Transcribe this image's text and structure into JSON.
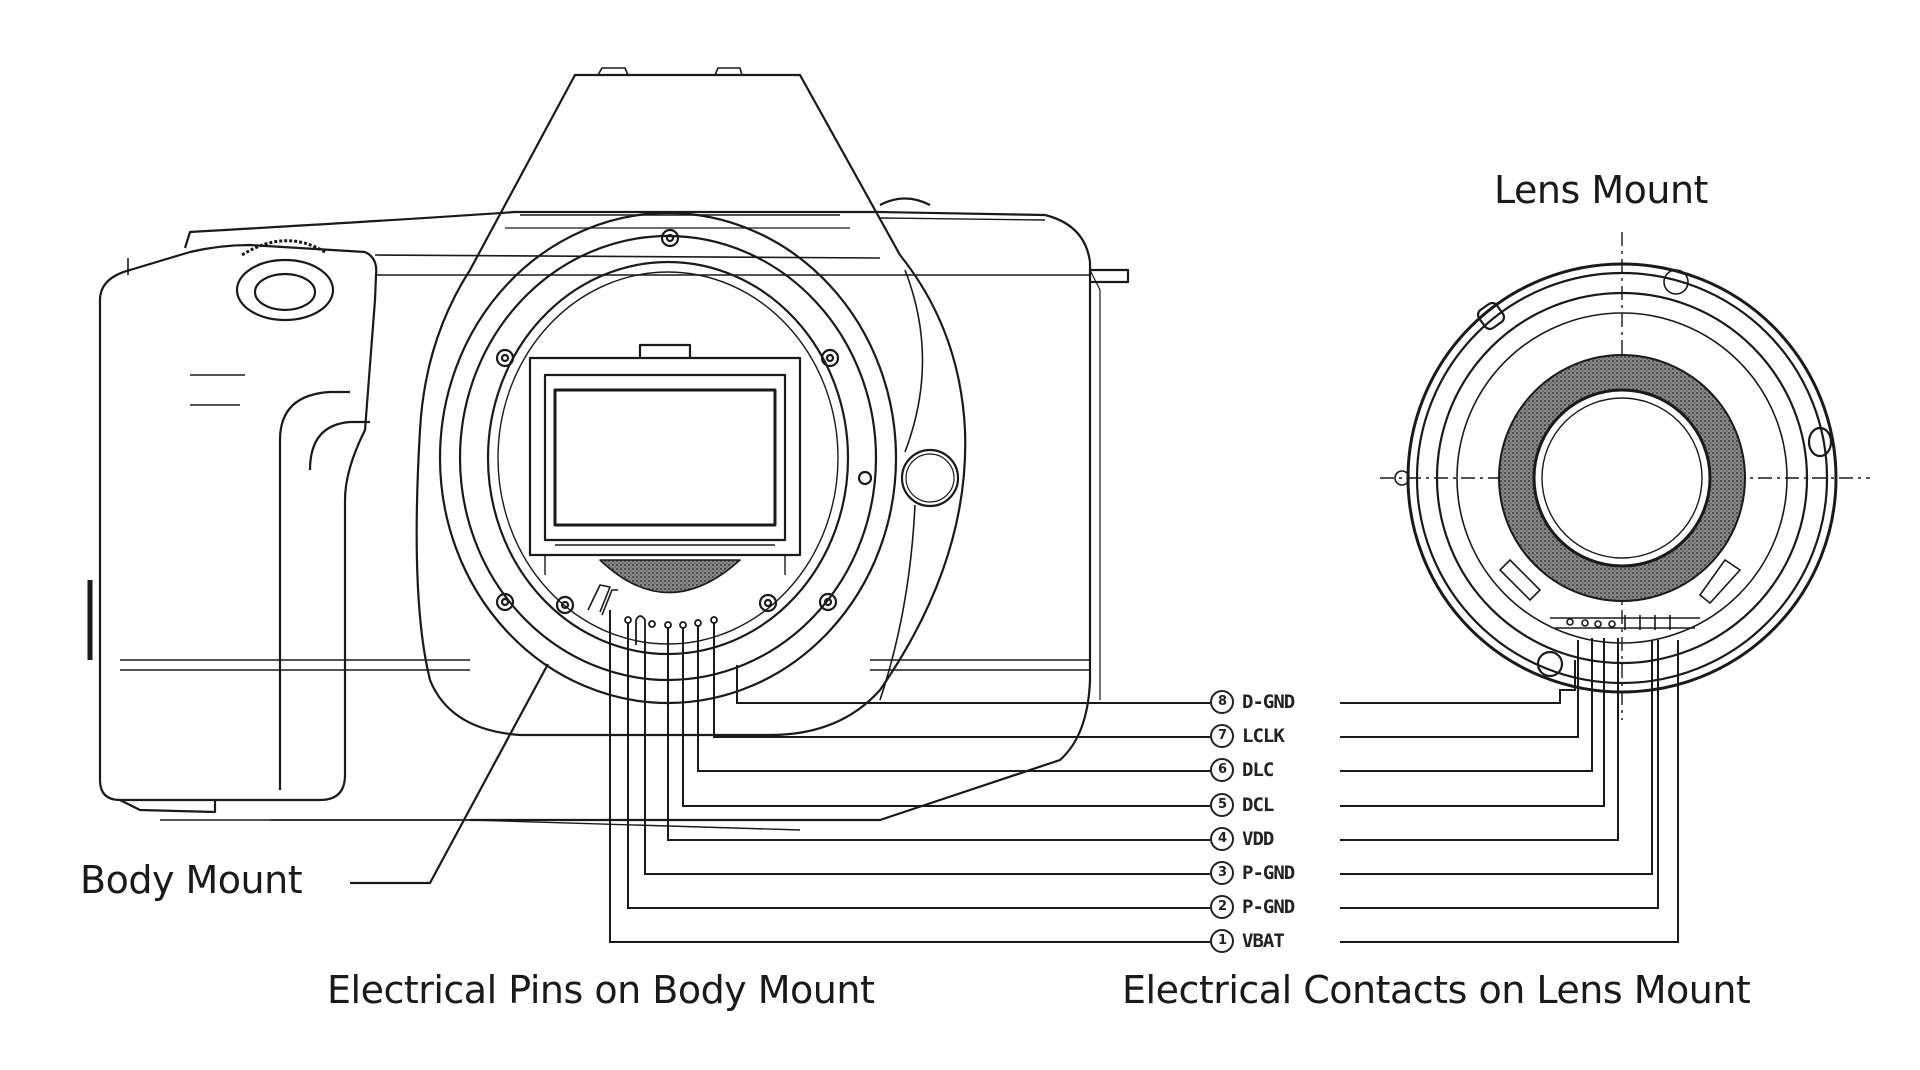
{
  "labels": {
    "lens_mount": "Lens Mount",
    "body_mount": "Body Mount",
    "pins_caption": "Electrical Pins on Body Mount",
    "contacts_caption": "Electrical Contacts on Lens Mount"
  },
  "pins": [
    {
      "number": "8",
      "name": "D-GND"
    },
    {
      "number": "7",
      "name": "LCLK"
    },
    {
      "number": "6",
      "name": "DLC"
    },
    {
      "number": "5",
      "name": "DCL"
    },
    {
      "number": "4",
      "name": "VDD"
    },
    {
      "number": "3",
      "name": "P-GND"
    },
    {
      "number": "2",
      "name": "P-GND"
    },
    {
      "number": "1",
      "name": "VBAT"
    }
  ],
  "colors": {
    "ink": "#1a1a1a",
    "background": "#ffffff",
    "lens_shading": "#6e6e6e"
  }
}
